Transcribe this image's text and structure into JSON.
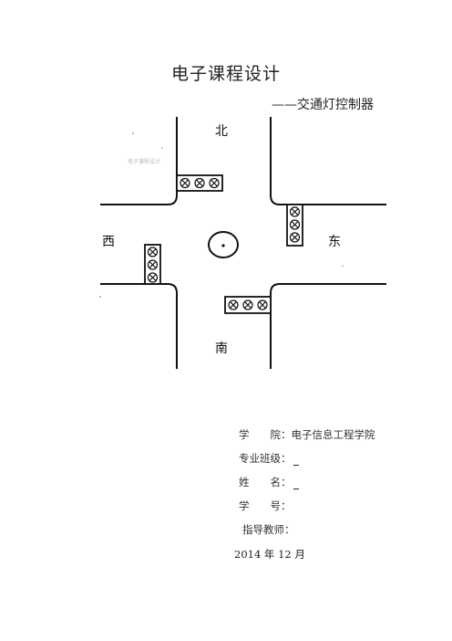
{
  "document": {
    "title": "电子课程设计",
    "subtitle": "——交通灯控制器"
  },
  "diagram": {
    "north": "北",
    "south": "南",
    "east": "东",
    "west": "西",
    "watermark": "电子课程设计"
  },
  "info": {
    "college_label": "学　　院：",
    "college_value": "电子信息工程学院",
    "class_label": "专业班级：",
    "name_label": "姓　　名：",
    "id_label": "学　　号：",
    "teacher_label": "指导教师："
  },
  "date": "2014 年 12 月"
}
